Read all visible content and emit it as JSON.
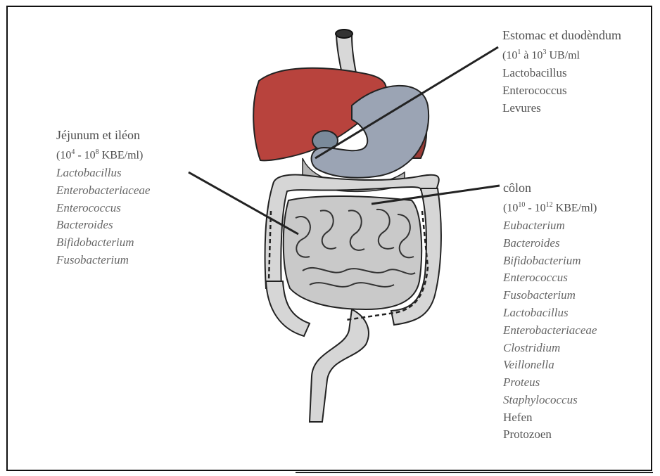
{
  "stomach": {
    "title": "Estomac et duodèndum",
    "range_open": "(10",
    "range_exp1": "1",
    "range_mid": " à 10",
    "range_exp2": "3",
    "range_unit": " UB/ml",
    "organisms": [
      "Lactobacillus",
      "Enterococcus",
      "Levures"
    ]
  },
  "jejunum": {
    "title": "Jéjunum et iléon",
    "range_open": "(10",
    "range_exp1": "4",
    "range_mid": " - 10",
    "range_exp2": "8",
    "range_unit": " KBE/ml)",
    "organisms": [
      "Lactobacillus",
      "Enterobacteriaceae",
      "Enterococcus",
      "Bacteroides",
      "Bifidobacterium",
      "Fusobacterium"
    ]
  },
  "colon": {
    "title": "côlon",
    "range_open": "(10",
    "range_exp1": "10",
    "range_mid": " - 10",
    "range_exp2": "12",
    "range_unit": " KBE/ml)",
    "organisms_italic": [
      "Eubacterium",
      "Bacteroides",
      "Bifidobacterium",
      "Enterococcus",
      "Fusobacterium",
      "Lactobacillus",
      "Enterobacteriaceae",
      "Clostridium",
      "Veillonella",
      "Proteus",
      "Staphylococcus"
    ],
    "organisms_plain": [
      "Hefen",
      "Protozoen"
    ]
  },
  "colors": {
    "liver": "#b8433d",
    "stomach": "#9ba4b4",
    "intestine": "#d3d3d3",
    "outline": "#222222"
  }
}
